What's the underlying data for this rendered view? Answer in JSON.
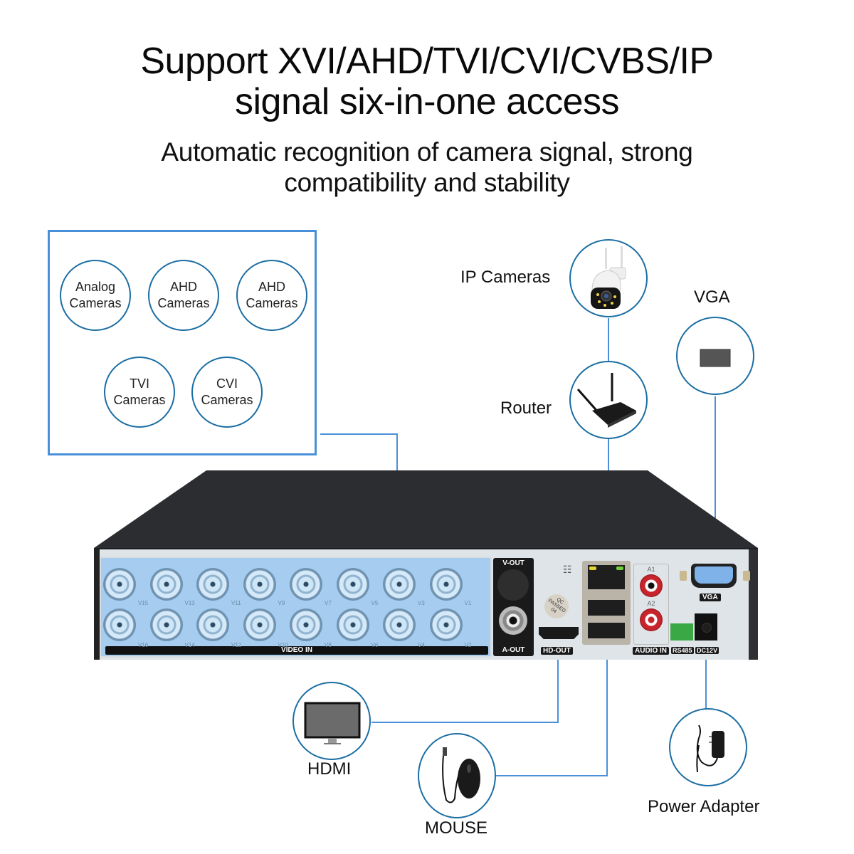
{
  "header": {
    "title_line1": "Support XVI/AHD/TVI/CVI/CVBS/IP",
    "title_line2": "signal six-in-one access",
    "subtitle_line1": "Automatic recognition of camera signal, strong",
    "subtitle_line2": "compatibility and stability"
  },
  "camera_types": [
    {
      "line1": "Analog",
      "line2": "Cameras"
    },
    {
      "line1": "AHD",
      "line2": "Cameras"
    },
    {
      "line1": "AHD",
      "line2": "Cameras"
    },
    {
      "line1": "TVI",
      "line2": "Cameras"
    },
    {
      "line1": "CVI",
      "line2": "Cameras"
    }
  ],
  "devices": {
    "ip_cameras": "IP Cameras",
    "router": "Router",
    "vga": "VGA",
    "hdmi": "HDMI",
    "mouse": "MOUSE",
    "power_adapter": "Power Adapter"
  },
  "dvr": {
    "video_in_label": "VIDEO IN",
    "channels_top": [
      "V15",
      "V13",
      "V11",
      "V9",
      "V7",
      "V5",
      "V3",
      "V1"
    ],
    "channels_bottom": [
      "V16",
      "V14",
      "V12",
      "V10",
      "V8",
      "V6",
      "V4",
      "V2"
    ],
    "v_out": "V-OUT",
    "a_out": "A-OUT",
    "hd_out": "HD-OUT",
    "qc_sticker": "QC PASSED 04",
    "audio_in": "AUDIO IN",
    "a1": "A1",
    "a2": "A2",
    "vga_port": "VGA",
    "rs485": "RS485",
    "dc12v": "DC12V"
  },
  "colors": {
    "line_blue": "#4a90d9",
    "circle_border": "#1b6ea3",
    "panel_blue": "#a6cdf0",
    "dvr_body": "#2b2d30"
  }
}
